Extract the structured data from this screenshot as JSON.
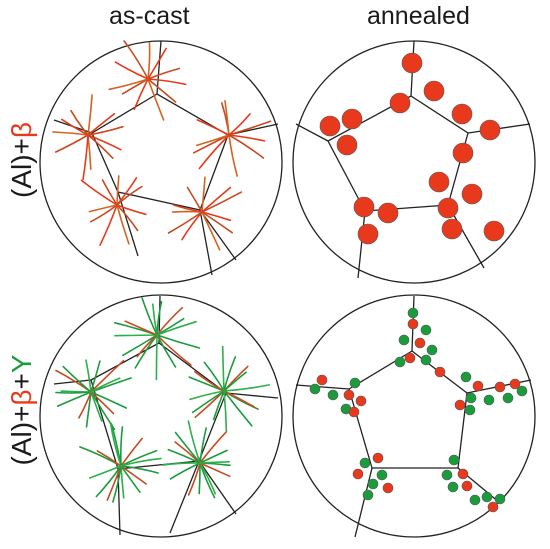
{
  "columns": {
    "left": "as-cast",
    "right": "annealed"
  },
  "rows": {
    "top": {
      "paren": "(Al)",
      "plus1": "+",
      "beta": "β"
    },
    "bottom": {
      "paren": "(Al)",
      "plus1": "+",
      "beta": "β",
      "plus2": "+",
      "gamma": "Y"
    }
  },
  "colors": {
    "beta": "#e8391c",
    "gamma": "#1a9c3c",
    "boundary": "#222222",
    "label_black": "#1a1a1a"
  }
}
